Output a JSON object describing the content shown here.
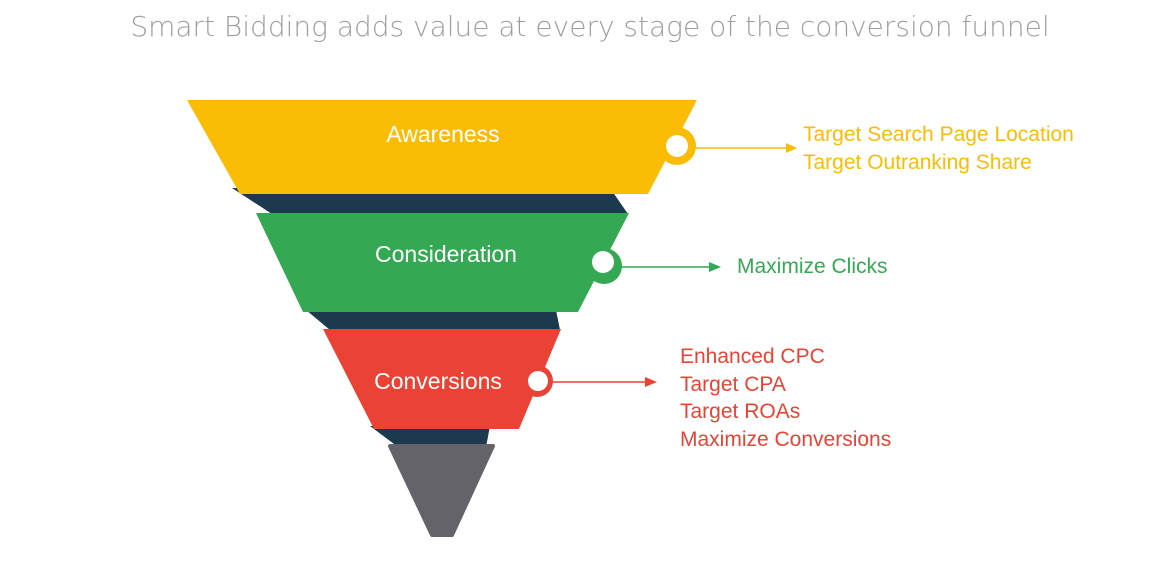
{
  "title": "Smart Bidding adds value at every stage of the conversion funnel",
  "colors": {
    "awareness": "#FBBC05",
    "consideration": "#34A853",
    "conversions": "#EA4335",
    "bottom": "#636369",
    "connector": "#1B3A4E",
    "title": "#9E9E9E"
  },
  "stages": [
    {
      "label": "Awareness",
      "strategies": [
        "Target Search Page Location",
        "Target Outranking Share"
      ]
    },
    {
      "label": "Consideration",
      "strategies": [
        "Maximize Clicks"
      ]
    },
    {
      "label": "Conversions",
      "strategies": [
        "Enhanced CPC",
        "Target CPA",
        "Target ROAs",
        "Maximize Conversions"
      ]
    }
  ]
}
